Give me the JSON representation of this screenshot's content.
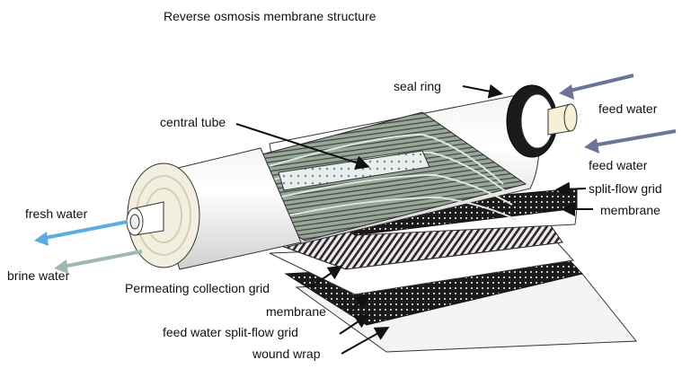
{
  "title": "Reverse osmosis membrane structure",
  "labels": {
    "seal_ring": "seal ring",
    "central_tube": "central tube",
    "feed_water_1": "feed water",
    "feed_water_2": "feed water",
    "split_flow_grid": "split-flow grid",
    "membrane_top": "membrane",
    "fresh_water": "fresh water",
    "brine_water": "brine water",
    "permeating_collection_grid": "Permeating collection grid",
    "membrane_bottom": "membrane",
    "feed_water_split_flow_grid": "feed water split-flow grid",
    "wound_wrap": "wound wrap"
  },
  "colors": {
    "feed_arrow": "#6c7597",
    "fresh_arrow": "#5aaedf",
    "brine_arrow": "#9fb8b3",
    "membrane_wrap": "#8a9a8a",
    "seal_ring": "#111111"
  }
}
